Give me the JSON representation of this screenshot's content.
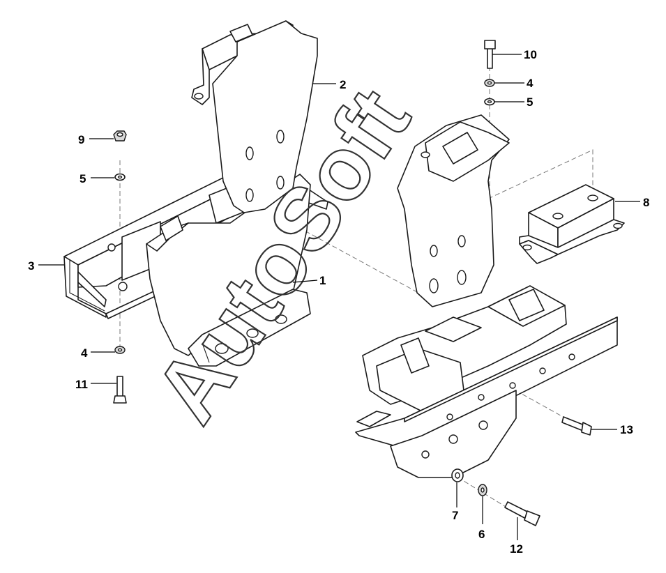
{
  "diagram": {
    "watermark": "AutoSoft",
    "callouts": [
      {
        "id": "c1",
        "label": "1"
      },
      {
        "id": "c2",
        "label": "2"
      },
      {
        "id": "c3",
        "label": "3"
      },
      {
        "id": "c4a",
        "label": "4"
      },
      {
        "id": "c4b",
        "label": "4"
      },
      {
        "id": "c5a",
        "label": "5"
      },
      {
        "id": "c5b",
        "label": "5"
      },
      {
        "id": "c6",
        "label": "6"
      },
      {
        "id": "c7",
        "label": "7"
      },
      {
        "id": "c8",
        "label": "8"
      },
      {
        "id": "c9",
        "label": "9"
      },
      {
        "id": "c10",
        "label": "10"
      },
      {
        "id": "c11",
        "label": "11"
      },
      {
        "id": "c12",
        "label": "12"
      },
      {
        "id": "c13",
        "label": "13"
      }
    ]
  }
}
